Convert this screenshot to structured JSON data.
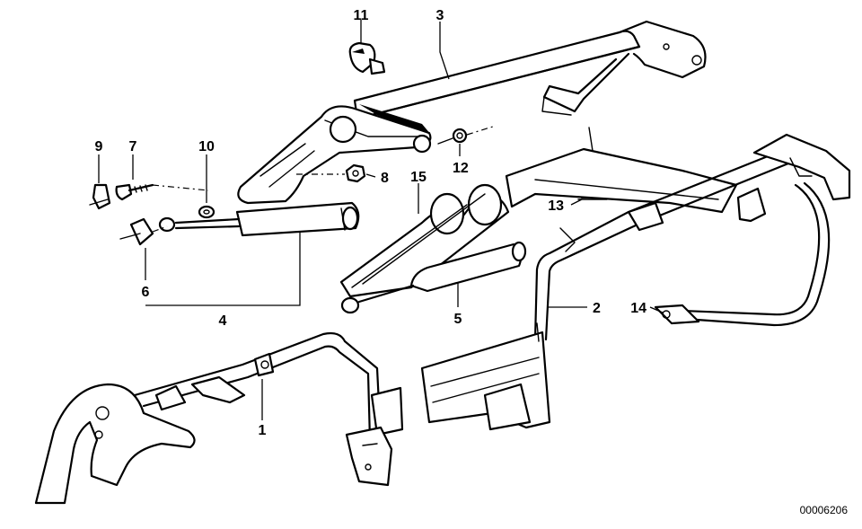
{
  "callouts": {
    "c1": "1",
    "c2": "2",
    "c3": "3",
    "c4": "4",
    "c5": "5",
    "c6": "6",
    "c7": "7",
    "c8": "8",
    "c9": "9",
    "c10": "10",
    "c11": "11",
    "c12": "12",
    "c13": "13",
    "c14": "14",
    "c15": "15"
  },
  "document_number": "00006206"
}
